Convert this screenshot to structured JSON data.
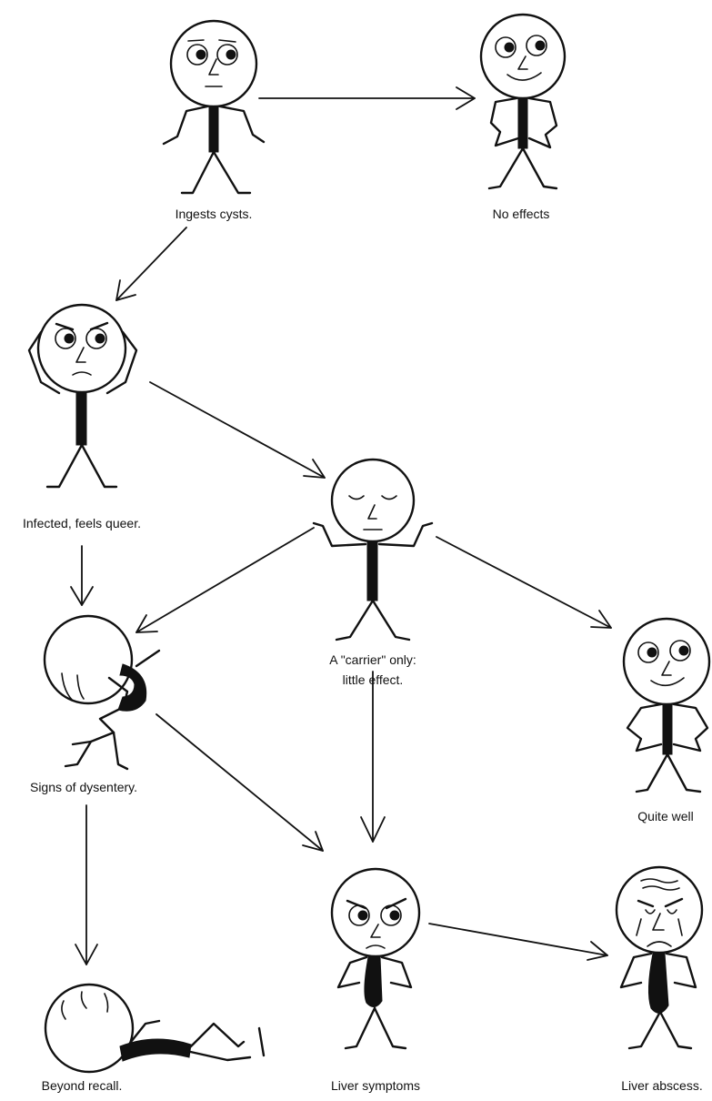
{
  "diagram": {
    "nodes": [
      {
        "id": "ingests",
        "label": "Ingests cysts."
      },
      {
        "id": "no_effects",
        "label": "No effects"
      },
      {
        "id": "infected",
        "label": "Infected, feels queer."
      },
      {
        "id": "carrier",
        "label_line1": "A \"carrier\" only:",
        "label_line2": "little effect."
      },
      {
        "id": "dysentery",
        "label": "Signs of dysentery."
      },
      {
        "id": "quite_well",
        "label": "Quite well"
      },
      {
        "id": "beyond",
        "label": "Beyond recall."
      },
      {
        "id": "liver_symptoms",
        "label": "Liver symptoms"
      },
      {
        "id": "liver_abscess",
        "label": "Liver abscess."
      }
    ],
    "edges": [
      {
        "from": "ingests",
        "to": "no_effects"
      },
      {
        "from": "ingests",
        "to": "infected"
      },
      {
        "from": "infected",
        "to": "carrier"
      },
      {
        "from": "infected",
        "to": "dysentery"
      },
      {
        "from": "carrier",
        "to": "dysentery"
      },
      {
        "from": "carrier",
        "to": "quite_well"
      },
      {
        "from": "carrier",
        "to": "liver_symptoms"
      },
      {
        "from": "dysentery",
        "to": "liver_symptoms"
      },
      {
        "from": "dysentery",
        "to": "beyond"
      },
      {
        "from": "liver_symptoms",
        "to": "liver_abscess"
      }
    ]
  }
}
